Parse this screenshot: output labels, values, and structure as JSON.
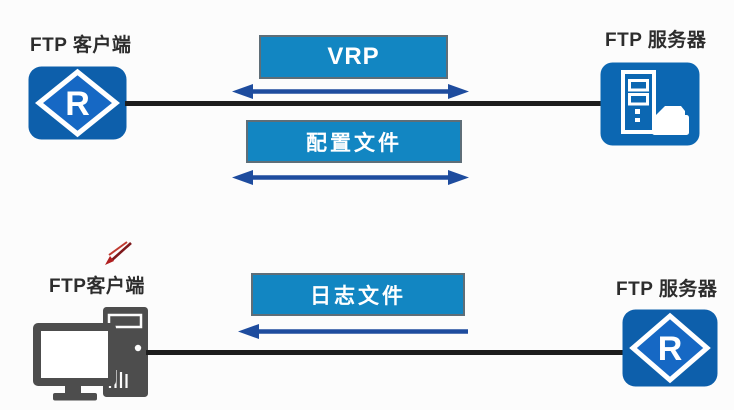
{
  "top": {
    "client_label": "FTP 客户端",
    "server_label": "FTP 服务器",
    "vrp_label": "VRP",
    "config_label": "配置文件"
  },
  "bottom": {
    "client_label": "FTP客户端",
    "server_label": "FTP 服务器",
    "log_label": "日志文件"
  },
  "router_letter": "R",
  "icons": {
    "top_client": "router-icon",
    "top_server": "ftp-server-icon",
    "bottom_client": "computer-icon",
    "bottom_client_marker": "red-pen-icon",
    "bottom_server": "router-icon",
    "exchange": "double-arrow-icon",
    "download": "left-arrow-icon"
  },
  "colors": {
    "background": "#fcfcfc",
    "box_fill": "#1286c2",
    "box_border": "#5e6e78",
    "box_text": "#ffffff",
    "arrow_blue": "#1e4c9e",
    "wire_black": "#1d1d1d",
    "router_blue": "#0d5fab",
    "router_diamond_blue": "#1668c4",
    "server_blue": "#0c67b2",
    "computer_gray": "#4d4d4d",
    "pen_red": "#b01e1f",
    "label_text": "#2d2d2d"
  }
}
